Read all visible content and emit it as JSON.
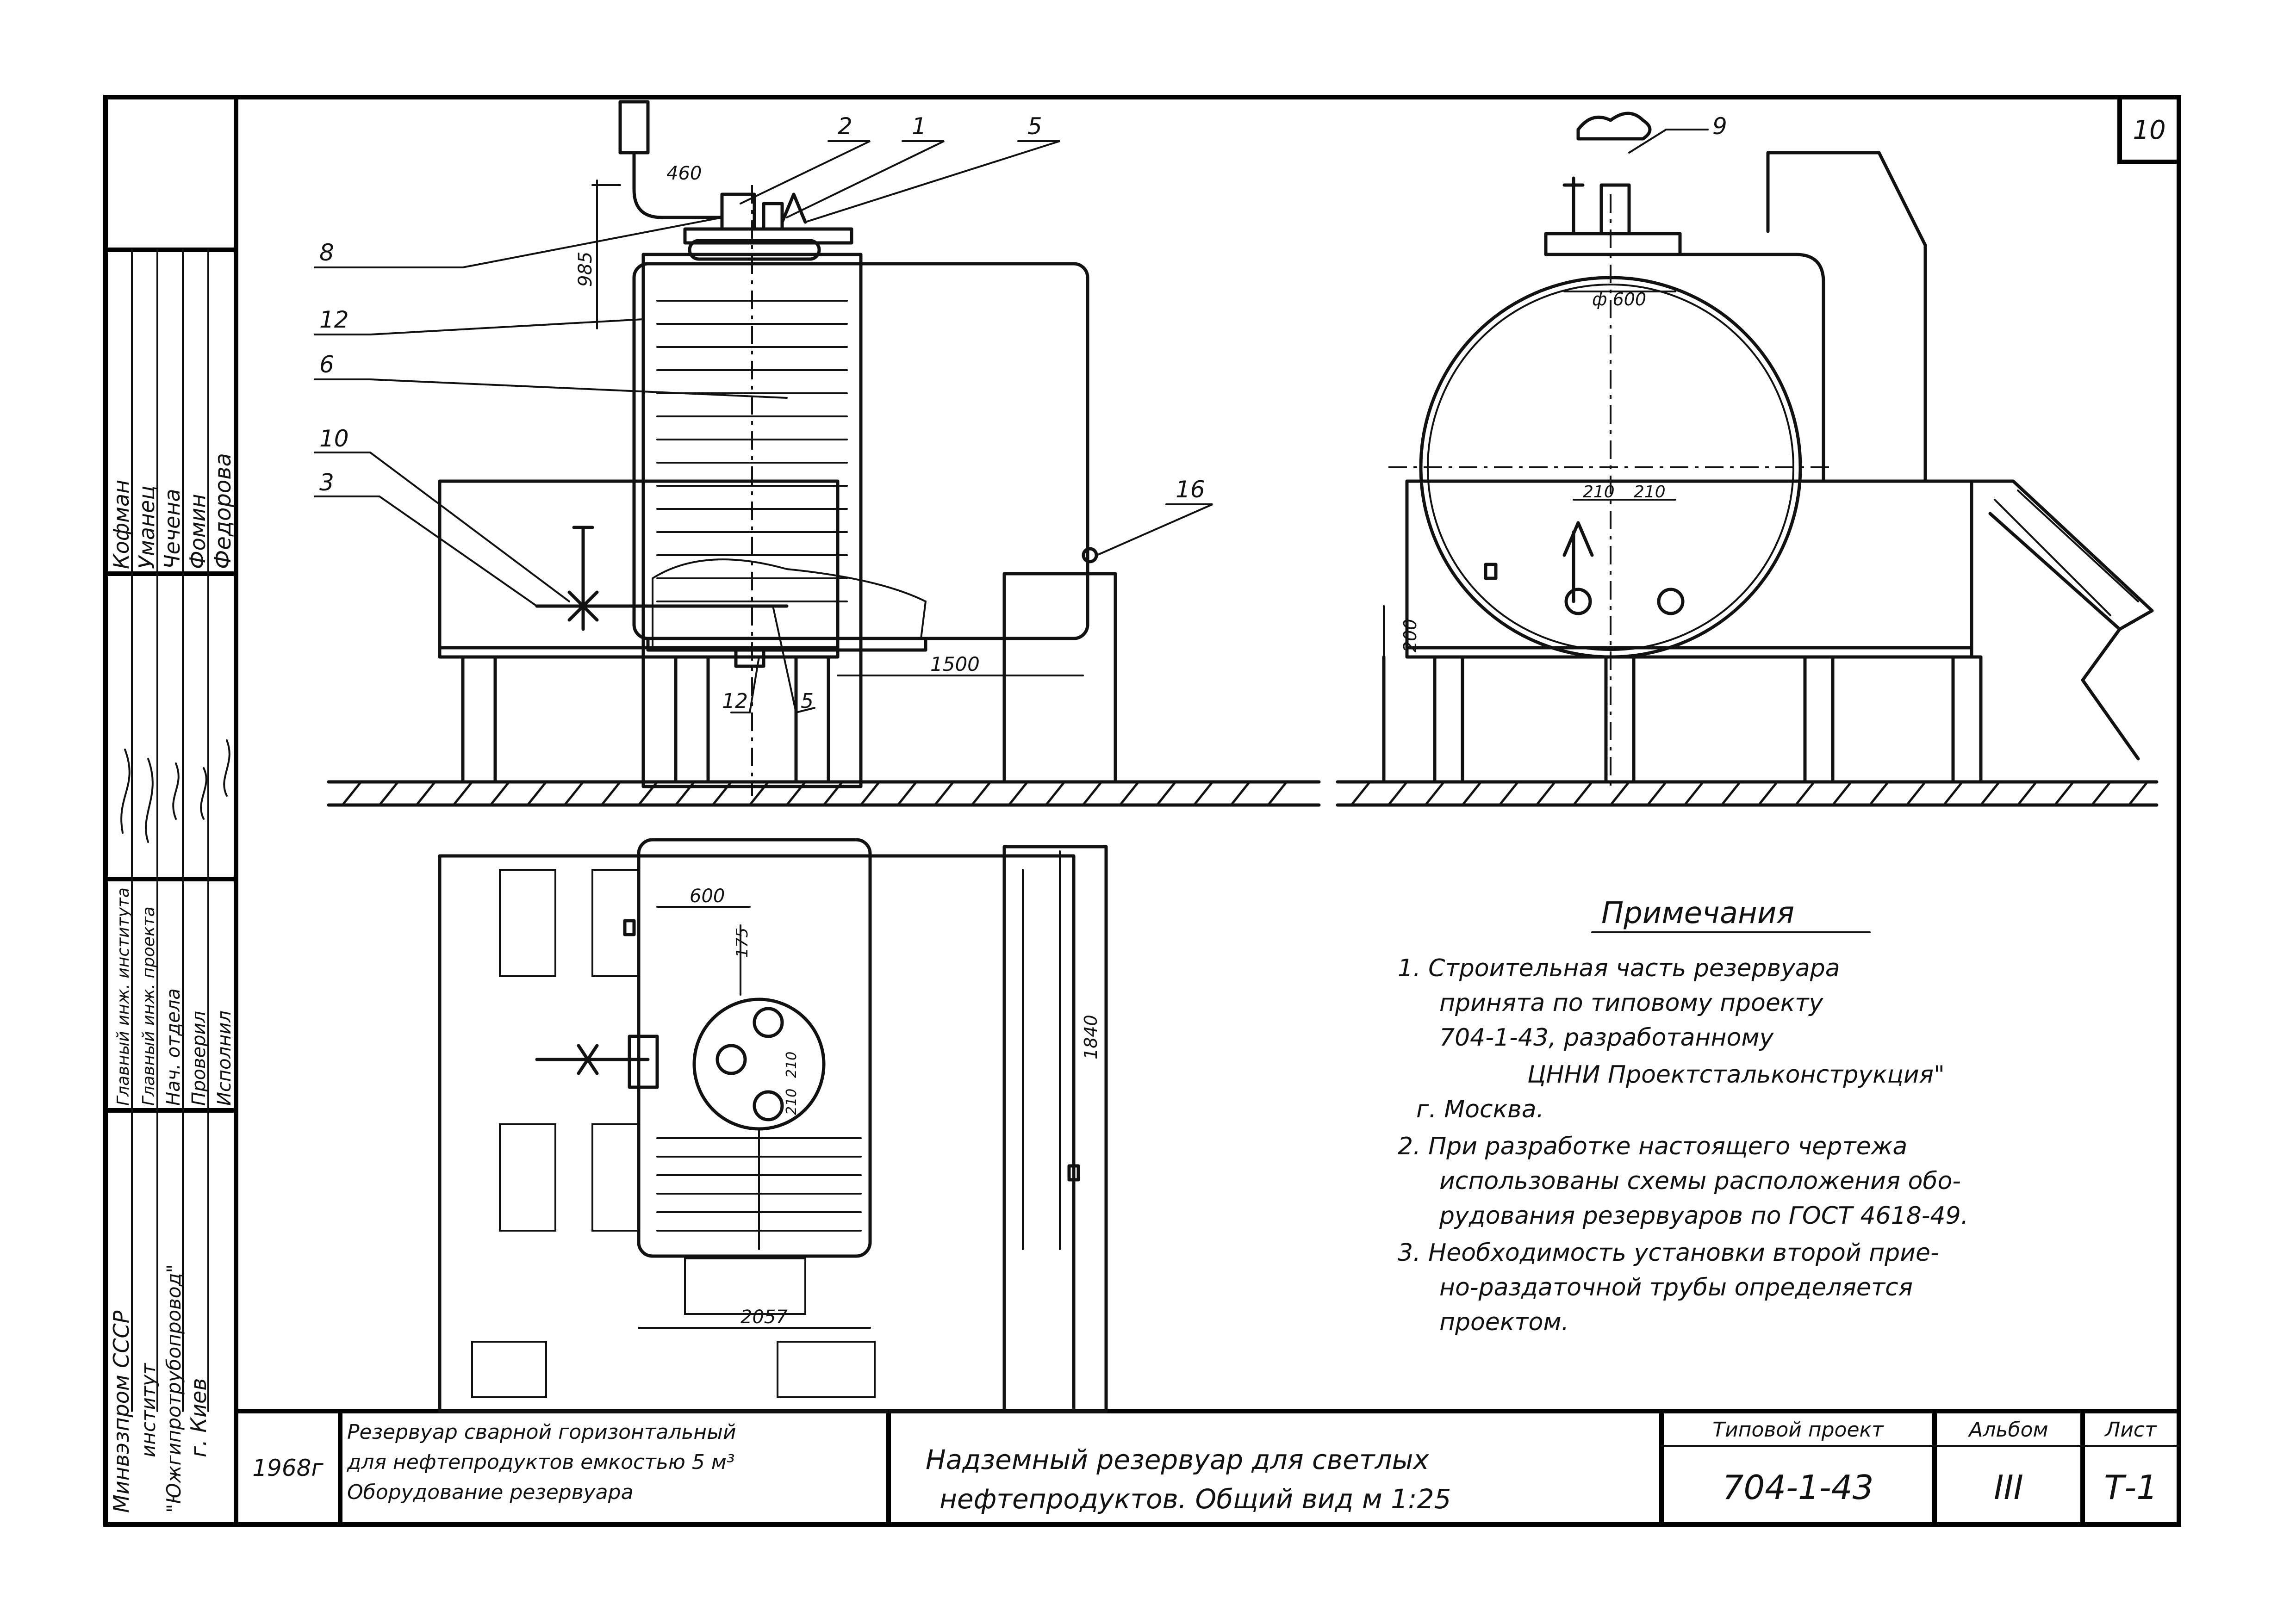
{
  "sheet": {
    "page_number": "10",
    "notes_title": "Примечания",
    "notes": [
      [
        "1. Строительная часть резервуара",
        "принята по типовому проекту",
        "704-1-43, разработанному",
        "ЦННИ Проектстальконструкция\"",
        "г. Москва."
      ],
      [
        "2. При разработке настоящего чертежа",
        "использованы схемы расположения обо-",
        "рудования резервуаров по ГОСТ 4618-49."
      ],
      [
        "3. Необходимость установки второй прие-",
        "но-раздаточной трубы определяется",
        "проектом."
      ]
    ]
  },
  "title_block": {
    "org_lines": [
      "Минвэзпром СССР",
      "институт",
      "\"Южгипротрубопровод\"",
      "г. Киев"
    ],
    "roles": [
      "Главный инж. института",
      "Главный инж. проекта",
      "Нач. отдела",
      "Проверил",
      "Исполнил"
    ],
    "names": [
      "Кофман",
      "Уманец",
      "Чечена",
      "Фомин",
      "Федорова"
    ],
    "year": "1968г",
    "description_lines": [
      "Резервуар сварной горизонтальный",
      "для нефтепродуктов емкостью 5 м³",
      "Оборудование резервуара"
    ],
    "main_title_lines": [
      "Надземный резервуар для светлых",
      "нефтепродуктов. Общий вид   м 1:25"
    ],
    "project_label": "Типовой проект",
    "project_value": "704-1-43",
    "album_label": "Альбом",
    "album_value": "III",
    "sheet_label": "Лист",
    "sheet_value": "Т-1"
  },
  "callouts": {
    "c1": "1",
    "c2": "2",
    "c3": "3",
    "c5": "5",
    "c5b": "5",
    "c6": "6",
    "c8": "8",
    "c9": "9",
    "c10": "10",
    "c12": "12",
    "c12b": "12",
    "c16": "16"
  },
  "dimensions": {
    "d460": "460",
    "d985": "985",
    "d1500": "1500",
    "d600": "600",
    "d175": "175",
    "d1840": "1840",
    "d2057": "2057",
    "d210a": "210",
    "d210b": "210",
    "d210c": "210",
    "d210d": "210",
    "d200": "200",
    "d_phi": "ф 600"
  }
}
